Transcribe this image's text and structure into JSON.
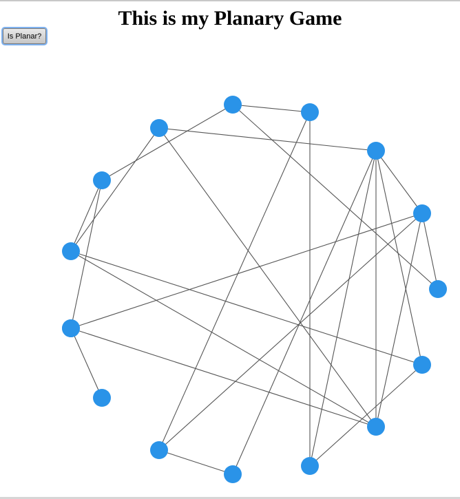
{
  "page": {
    "title": "This is my Planary Game"
  },
  "controls": {
    "is_planar_label": "Is Planar?"
  },
  "colors": {
    "node": "#2a93e8",
    "edge": "#555555",
    "background": "#ffffff"
  },
  "graph": {
    "nodes": [
      {
        "id": "n0"
      },
      {
        "id": "n1"
      },
      {
        "id": "n2"
      },
      {
        "id": "n3"
      },
      {
        "id": "n4"
      },
      {
        "id": "n5"
      },
      {
        "id": "n6"
      },
      {
        "id": "n7"
      },
      {
        "id": "n8"
      },
      {
        "id": "n9"
      },
      {
        "id": "n10"
      },
      {
        "id": "n11"
      },
      {
        "id": "n12"
      },
      {
        "id": "n13"
      },
      {
        "id": "n14"
      },
      {
        "id": "n15"
      }
    ],
    "edges": [
      [
        "n0",
        "n1"
      ],
      [
        "n1",
        "n15"
      ],
      [
        "n15",
        "n14"
      ],
      [
        "n0",
        "n4"
      ],
      [
        "n0",
        "n7"
      ],
      [
        "n1",
        "n13"
      ],
      [
        "n2",
        "n11"
      ],
      [
        "n2",
        "n3"
      ],
      [
        "n2",
        "n6"
      ],
      [
        "n3",
        "n11"
      ],
      [
        "n3",
        "n9"
      ],
      [
        "n3",
        "n14"
      ],
      [
        "n4",
        "n8"
      ],
      [
        "n5",
        "n15"
      ],
      [
        "n5",
        "n3"
      ],
      [
        "n5",
        "n11"
      ],
      [
        "n5",
        "n7"
      ],
      [
        "n5",
        "n8"
      ],
      [
        "n6",
        "n9"
      ],
      [
        "n6",
        "n4"
      ],
      [
        "n6",
        "n11"
      ],
      [
        "n10",
        "n12"
      ],
      [
        "n11",
        "n8"
      ],
      [
        "n13",
        "n9"
      ],
      [
        "n13",
        "n3"
      ]
    ]
  }
}
